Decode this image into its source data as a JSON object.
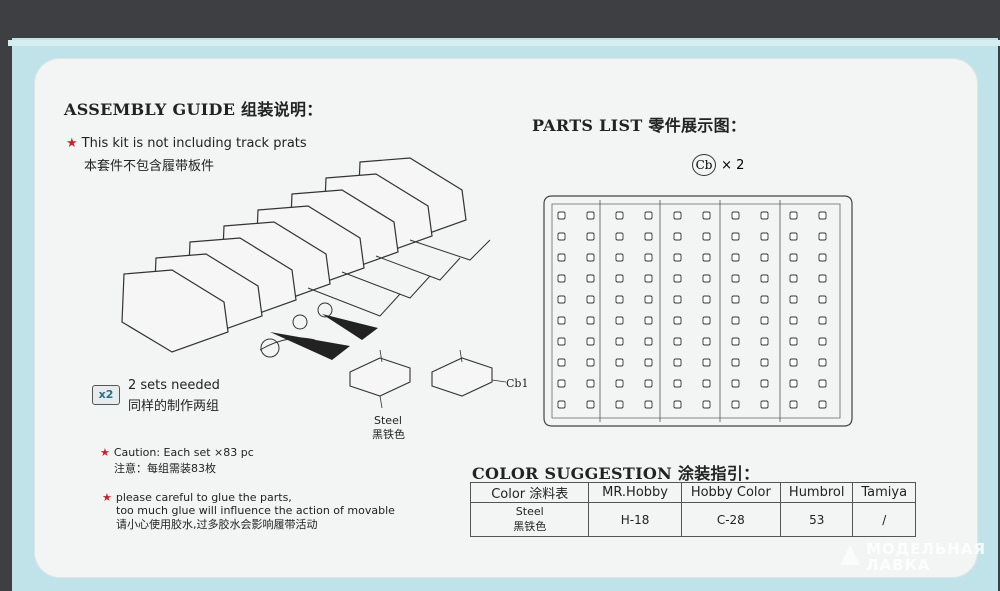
{
  "assembly": {
    "title": "ASSEMBLY GUIDE 组装说明：",
    "note1_en": "This kit is not including track prats",
    "note1_cn": "本套件不包含履带板件",
    "badge": "x2",
    "sets_en": "2 sets needed",
    "sets_cn": "同样的制作两组",
    "part_label": "Cb1",
    "steel_en": "Steel",
    "steel_cn": "黑铁色",
    "caution_en": "Caution: Each set ×83 pc",
    "caution_cn": "注意：每组需装83枚",
    "glue_line1": "please careful to glue the parts,",
    "glue_line2": "too much glue will influence the action of movable",
    "glue_cn": "请小心使用胶水,过多胶水会影响履带活动",
    "star": "★"
  },
  "parts": {
    "title": "PARTS LIST 零件展示图：",
    "sprue_code": "Cb",
    "sprue_count": "× 2"
  },
  "color": {
    "title": "COLOR SUGGESTION 涂装指引：",
    "headers": [
      "Color 涂料表",
      "MR.Hobby",
      "Hobby Color",
      "Humbrol",
      "Tamiya"
    ],
    "row": {
      "name_en": "Steel",
      "name_cn": "黑铁色",
      "values": [
        "H-18",
        "C-28",
        "53",
        "/"
      ]
    }
  },
  "watermark": {
    "line1": "МОДЕЛЬНАЯ",
    "line2": "ЛАВКА"
  },
  "colors": {
    "box": "#bfe3e8",
    "card": "#f3f4f4",
    "star": "#c7232f",
    "badge_text": "#2d6f88"
  }
}
